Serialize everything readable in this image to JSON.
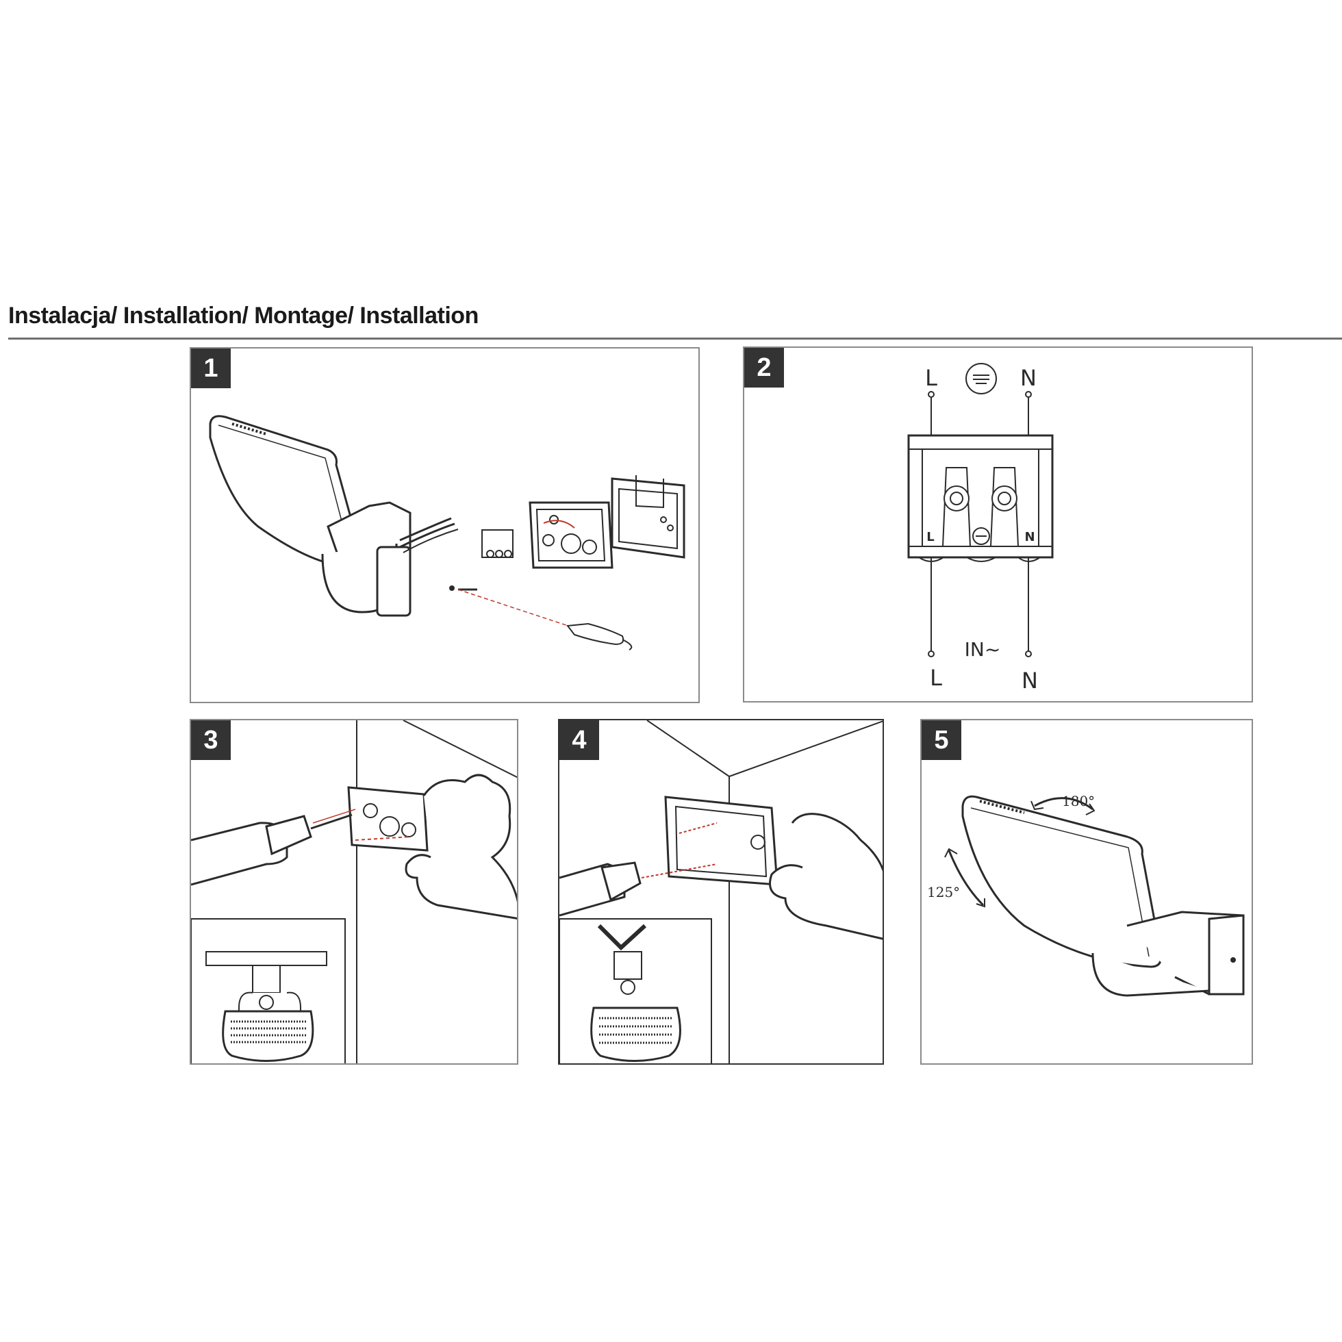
{
  "heading": "Instalacja/ Installation/ Montage/ Installation",
  "steps": [
    {
      "number": "1"
    },
    {
      "number": "2",
      "labels": {
        "top_l": "L",
        "top_n": "N",
        "term_l": "L",
        "term_n": "N",
        "bottom_l": "L",
        "bottom_n": "N",
        "input": "IN~"
      }
    },
    {
      "number": "3"
    },
    {
      "number": "4"
    },
    {
      "number": "5",
      "angles": {
        "rotate": "180°",
        "tilt": "125°"
      }
    }
  ],
  "colors": {
    "line": "#2b2b2b",
    "accent": "#c0392b",
    "badge": "#333333"
  }
}
